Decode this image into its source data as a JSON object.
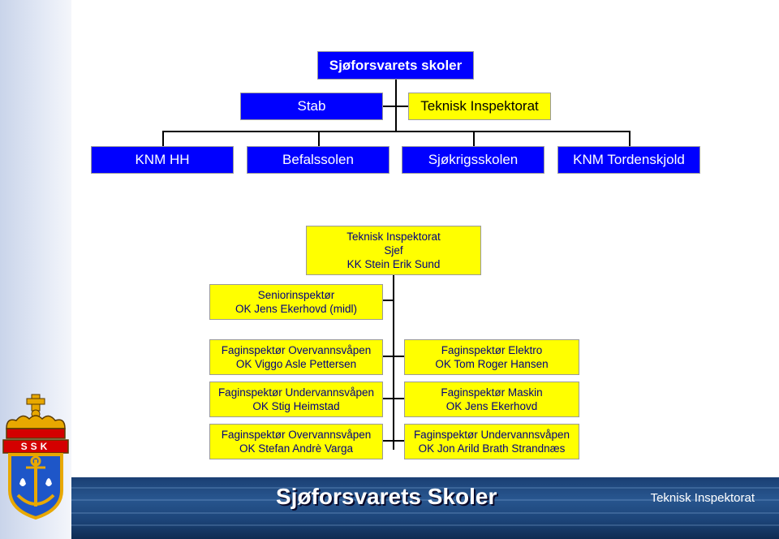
{
  "org_top": {
    "title": "Sjøforsvarets skoler",
    "stab": "Stab",
    "teknisk": "Teknisk Inspektorat",
    "units": [
      "KNM HH",
      "Befalssolen",
      "Sjøkrigsskolen",
      "KNM Tordenskjold"
    ]
  },
  "org_ti": {
    "head": [
      "Teknisk Inspektorat",
      "Sjef",
      "KK Stein Erik Sund"
    ],
    "senior": [
      "Seniorinspektør",
      "OK Jens Ekerhovd (midl)"
    ],
    "left": [
      [
        "Faginspektør Overvannsvåpen",
        "OK Viggo Asle Pettersen"
      ],
      [
        "Faginspektør Undervannsvåpen",
        "OK Stig Heimstad"
      ],
      [
        "Faginspektør Overvannsvåpen",
        "OK Stefan Andrè Varga"
      ]
    ],
    "right": [
      [
        "Faginspektør Elektro",
        "OK Tom Roger Hansen"
      ],
      [
        "Faginspektør Maskin",
        "OK Jens Ekerhovd"
      ],
      [
        "Faginspektør Undervannsvåpen",
        "OK Jon Arild Brath Strandnæs"
      ]
    ]
  },
  "emblem": {
    "text": "SSK"
  },
  "footer": {
    "title": "Sjøforsvarets Skoler",
    "subtitle": "Teknisk Inspektorat"
  },
  "colors": {
    "unit_box": "#0000ff",
    "ti_box": "#ffff00",
    "ti_text": "#000080",
    "footer": "#1e4a80"
  }
}
